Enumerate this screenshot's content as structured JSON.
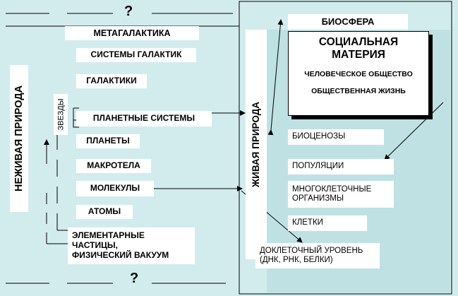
{
  "question_top": "?",
  "question_bottom": "?",
  "nonliving": {
    "side_label": "НЕЖИВАЯ ПРИРОДА",
    "stars_label": "ЗВЕЗДЫ",
    "levels": {
      "metagalaxy": "МЕТАГАЛАКТИКА",
      "galaxy_systems": "СИСТЕМЫ ГАЛАКТИК",
      "galaxies": "ГАЛАКТИКИ",
      "planetary_systems": "ПЛАНЕТНЫЕ СИСТЕМЫ",
      "planets": "ПЛАНЕТЫ",
      "macrobodies": "МАКРОТЕЛА",
      "molecules": "МОЛЕКУЛЫ",
      "atoms": "АТОМЫ",
      "elementary_1": "ЭЛЕМЕНТАРНЫЕ",
      "elementary_2": "ЧАСТИЦЫ,",
      "elementary_3": "ФИЗИЧЕСКИЙ ВАКУУМ"
    }
  },
  "living": {
    "side_label": "ЖИВАЯ ПРИРОДА",
    "biosphere": "БИОСФЕРА",
    "social_title_1": "СОЦИАЛЬНАЯ",
    "social_title_2": "МАТЕРИЯ",
    "human_society": "ЧЕЛОВЕЧЕСКОЕ ОБЩЕСТВО",
    "social_life": "ОБЩЕСТВЕННАЯ ЖИЗНЬ",
    "biocenoses": "БИОЦЕНОЗЫ",
    "populations": "ПОПУЛЯЦИИ",
    "multicellular_1": "МНОГОКЛЕТОЧНЫЕ",
    "multicellular_2": "ОРГАНИЗМЫ",
    "cells": "КЛЕТКИ",
    "precellular_1": "ДОКЛЕТОЧНЫЙ УРОВЕНЬ",
    "precellular_2": "(ДНК, РНК, БЕЛКИ)"
  },
  "colors": {
    "background": "#d2ecee",
    "box": "#ffffff",
    "line": "#000000"
  }
}
